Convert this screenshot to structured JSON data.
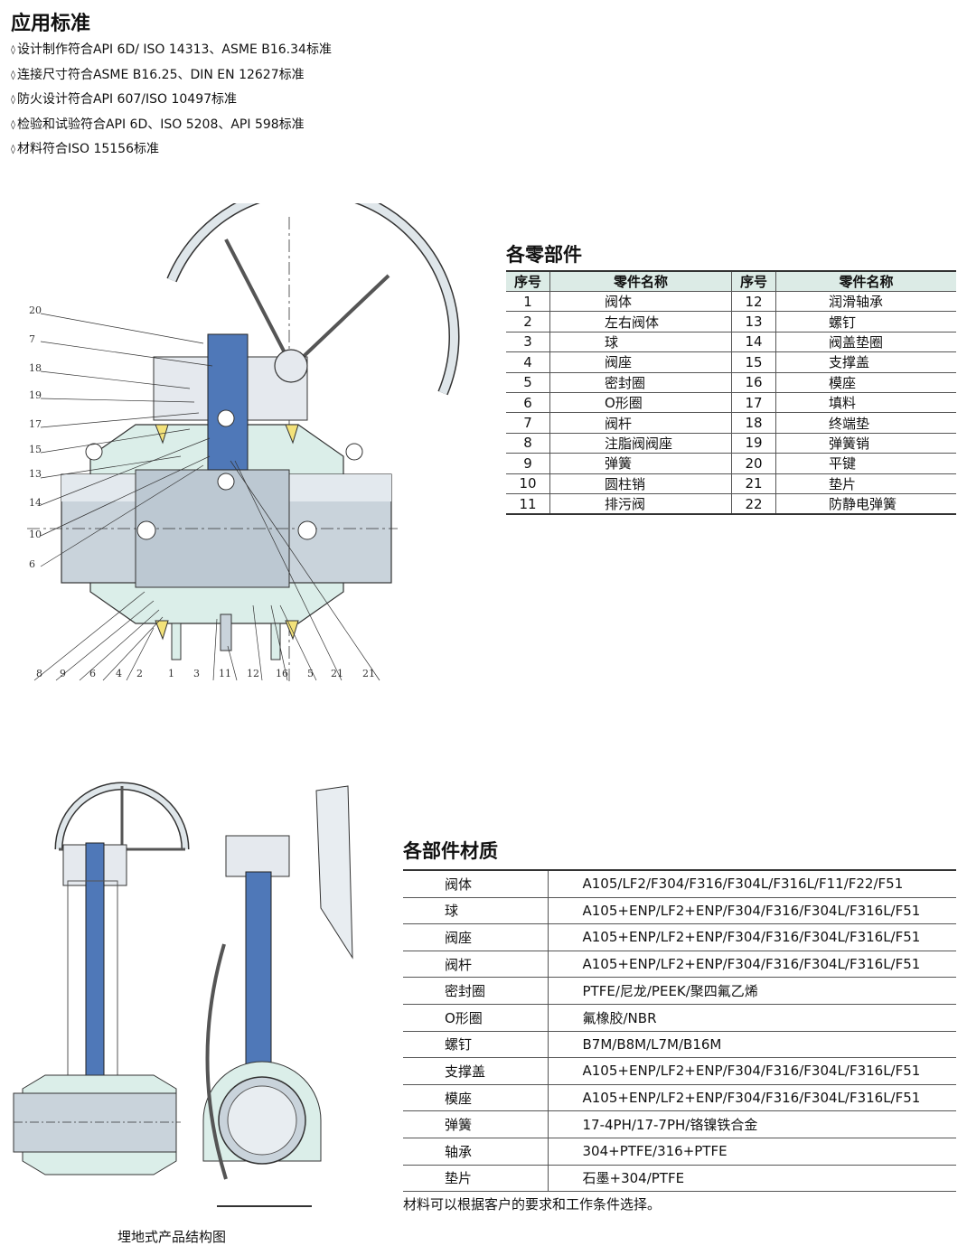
{
  "standards": {
    "title": "应用标准",
    "items": [
      "设计制作符合API 6D/ ISO 14313、ASME B16.34标准",
      "连接尺寸符合ASME B16.25、DIN EN 12627标准",
      "防火设计符合API 607/ISO 10497标准",
      "检验和试验符合API 6D、ISO 5208、API 598标准",
      "材料符合ISO 15156标准"
    ]
  },
  "drawing": {
    "callouts_left": [
      "20",
      "7",
      "18",
      "19",
      "17",
      "15",
      "13",
      "14",
      "10",
      "6"
    ],
    "callouts_bottom": [
      "8",
      "9",
      "6",
      "4",
      "2",
      "1",
      "3",
      "11",
      "12",
      "16",
      "5",
      "21",
      "21"
    ]
  },
  "parts": {
    "title": "各零部件",
    "headers": [
      "序号",
      "零件名称",
      "序号",
      "零件名称"
    ],
    "rows": [
      [
        "1",
        "阀体",
        "12",
        "润滑轴承"
      ],
      [
        "2",
        "左右阀体",
        "13",
        "螺钉"
      ],
      [
        "3",
        "球",
        "14",
        "阀盖垫圈"
      ],
      [
        "4",
        "阀座",
        "15",
        "支撑盖"
      ],
      [
        "5",
        "密封圈",
        "16",
        "模座"
      ],
      [
        "6",
        "O形圈",
        "17",
        "填料"
      ],
      [
        "7",
        "阀杆",
        "18",
        "终端垫"
      ],
      [
        "8",
        "注脂阀阀座",
        "19",
        "弹簧销"
      ],
      [
        "9",
        "弹簧",
        "20",
        "平键"
      ],
      [
        "10",
        "圆柱销",
        "21",
        "垫片"
      ],
      [
        "11",
        "排污阀",
        "22",
        "防静电弹簧"
      ]
    ]
  },
  "materials": {
    "title": "各部件材质",
    "rows": [
      [
        "阀体",
        "A105/LF2/F304/F316/F304L/F316L/F11/F22/F51"
      ],
      [
        "球",
        "A105+ENP/LF2+ENP/F304/F316/F304L/F316L/F51"
      ],
      [
        "阀座",
        "A105+ENP/LF2+ENP/F304/F316/F304L/F316L/F51"
      ],
      [
        "阀杆",
        "A105+ENP/LF2+ENP/F304/F316/F304L/F316L/F51"
      ],
      [
        "密封圈",
        "PTFE/尼龙/PEEK/聚四氟乙烯"
      ],
      [
        "O形圈",
        "氟橡胶/NBR"
      ],
      [
        "螺钉",
        "B7M/B8M/L7M/B16M"
      ],
      [
        "支撑盖",
        "A105+ENP/LF2+ENP/F304/F316/F304L/F316L/F51"
      ],
      [
        "模座",
        "A105+ENP/LF2+ENP/F304/F316/F304L/F316L/F51"
      ],
      [
        "弹簧",
        "17-4PH/17-7PH/铬镍铁合金"
      ],
      [
        "轴承",
        "304+PTFE/316+PTFE"
      ],
      [
        "垫片",
        "石墨+304/PTFE"
      ]
    ],
    "note": "材料可以根据客户的要求和工作条件选择。"
  },
  "caption": "埋地式产品结构图",
  "colors": {
    "body_fill": "#dbeee9",
    "pipe_fill": "#c9d3db",
    "stem_fill": "#4f78b8",
    "table_header": "#dcebe6",
    "accent_yellow": "#f3e27a"
  }
}
